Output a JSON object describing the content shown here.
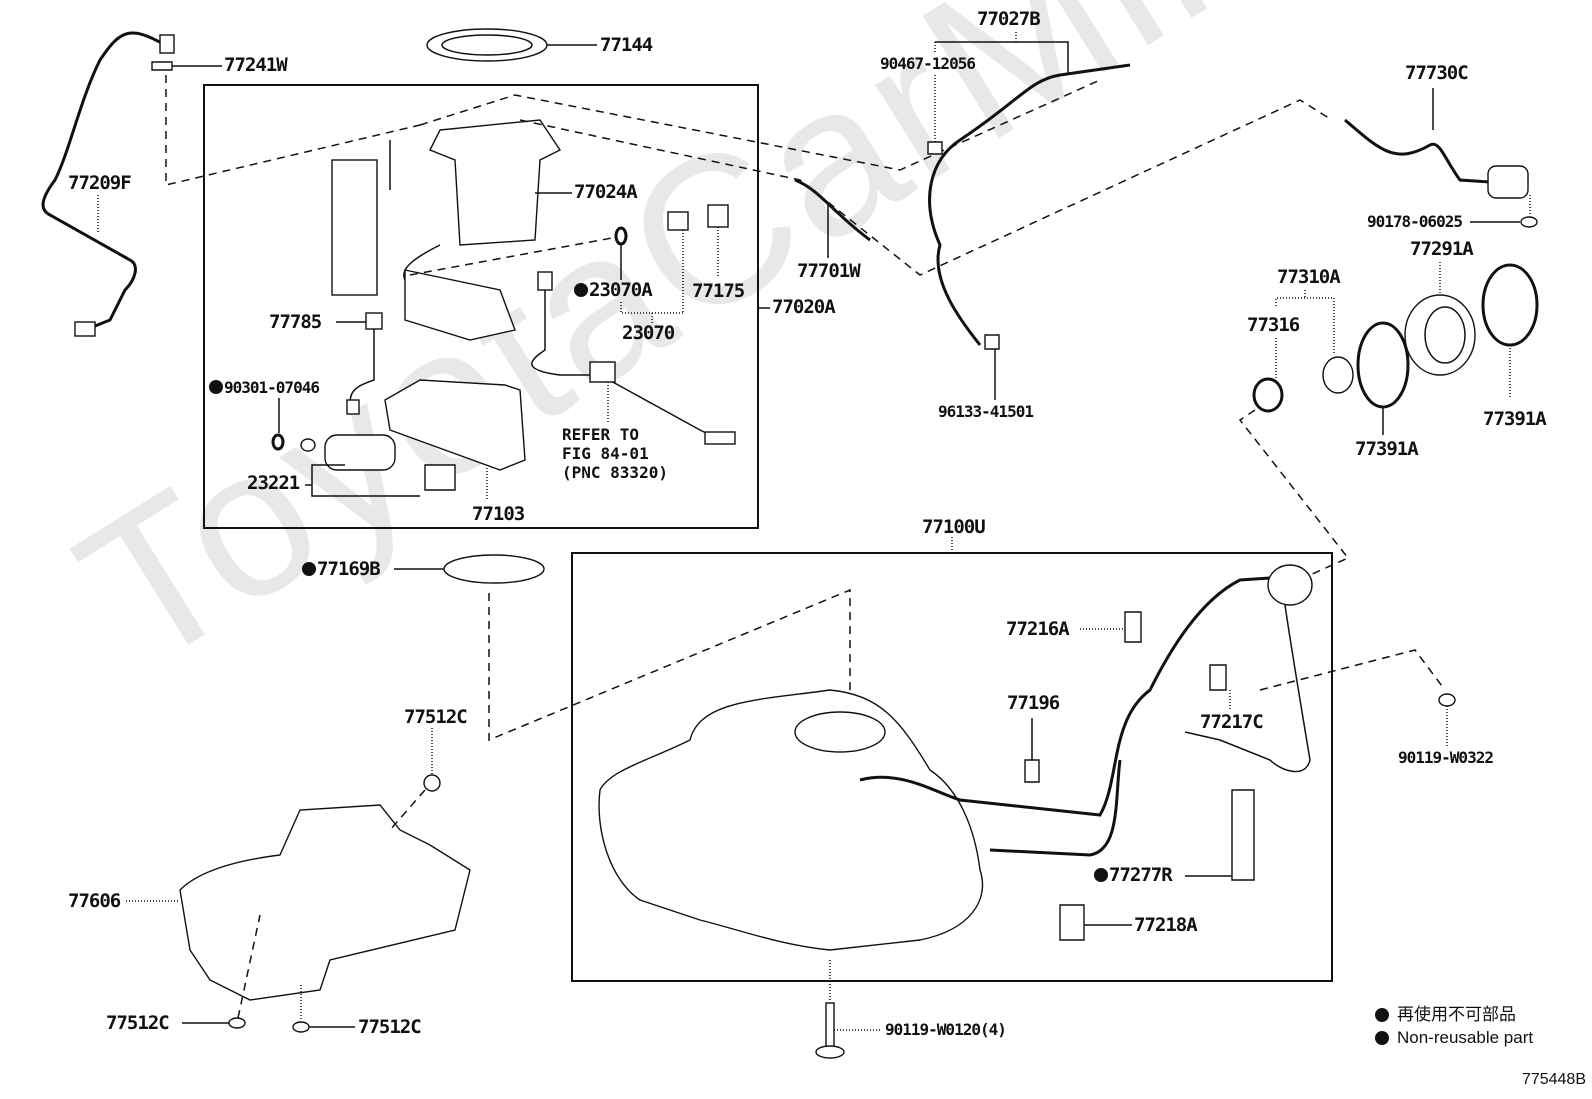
{
  "watermark": "ToyotaCarMine.ru",
  "figure_id": "775448B",
  "legend": {
    "items": [
      {
        "symbol": "filled-circle",
        "text": "再使用不可部品"
      },
      {
        "symbol": "filled-circle",
        "text": "Non-reusable part"
      }
    ]
  },
  "labels": {
    "p77241W": "77241W",
    "p77144": "77144",
    "p77209F": "77209F",
    "p77024A": "77024A",
    "p23070A": "23070A",
    "p77175": "77175",
    "p23070": "23070",
    "p77020A": "77020A",
    "p77785": "77785",
    "p90301": "90301-07046",
    "p23221": "23221",
    "p77103": "77103",
    "p77027B": "77027B",
    "p90467": "90467-12056",
    "p77701W": "77701W",
    "p96133": "96133-41501",
    "p77730C": "77730C",
    "p90178": "90178-06025",
    "p77291A": "77291A",
    "p77310A": "77310A",
    "p77316": "77316",
    "p77391A_1": "77391A",
    "p77391A_2": "77391A",
    "p77169B": "77169B",
    "p77100U": "77100U",
    "p77216A": "77216A",
    "p77196": "77196",
    "p77217C": "77217C",
    "p77277R": "77277R",
    "p77218A": "77218A",
    "p90119_W0322": "90119-W0322",
    "p90119_W0120": "90119-W0120(4)",
    "p77512C_1": "77512C",
    "p77512C_2": "77512C",
    "p77512C_3": "77512C",
    "p77606": "77606"
  },
  "non_reusable": [
    "23070A",
    "90301-07046",
    "77169B",
    "77277R"
  ],
  "reference_note": {
    "line1": "REFER TO",
    "line2": "FIG 84-01",
    "line3": "(PNC 83320)"
  }
}
